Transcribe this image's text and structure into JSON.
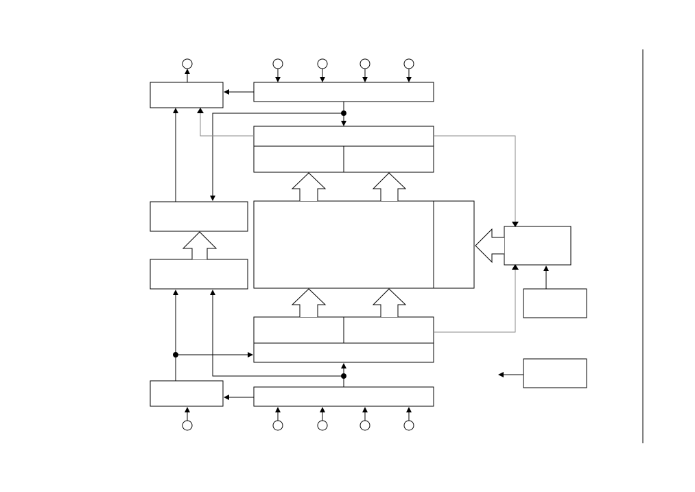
{
  "diagram": {
    "description_visible_text": [],
    "colors": {
      "line": "#000000",
      "thin_line": "#7a7a7a",
      "background": "#ffffff"
    },
    "blocks": [
      {
        "id": "top-left-block"
      },
      {
        "id": "top-bus-block"
      },
      {
        "id": "upper-register-block"
      },
      {
        "id": "upper-register-left-cell"
      },
      {
        "id": "upper-register-right-cell"
      },
      {
        "id": "left-mid-upper-block"
      },
      {
        "id": "left-mid-lower-block"
      },
      {
        "id": "central-array-block"
      },
      {
        "id": "central-array-side-cell"
      },
      {
        "id": "right-control-block"
      },
      {
        "id": "right-lower-block"
      },
      {
        "id": "lower-register-block"
      },
      {
        "id": "lower-register-left-cell"
      },
      {
        "id": "lower-register-right-cell"
      },
      {
        "id": "bottom-left-block"
      },
      {
        "id": "bottom-bus-block"
      },
      {
        "id": "right-output-block"
      }
    ],
    "pins": {
      "top_count": 5,
      "bottom_count": 5
    },
    "border_line": true
  }
}
